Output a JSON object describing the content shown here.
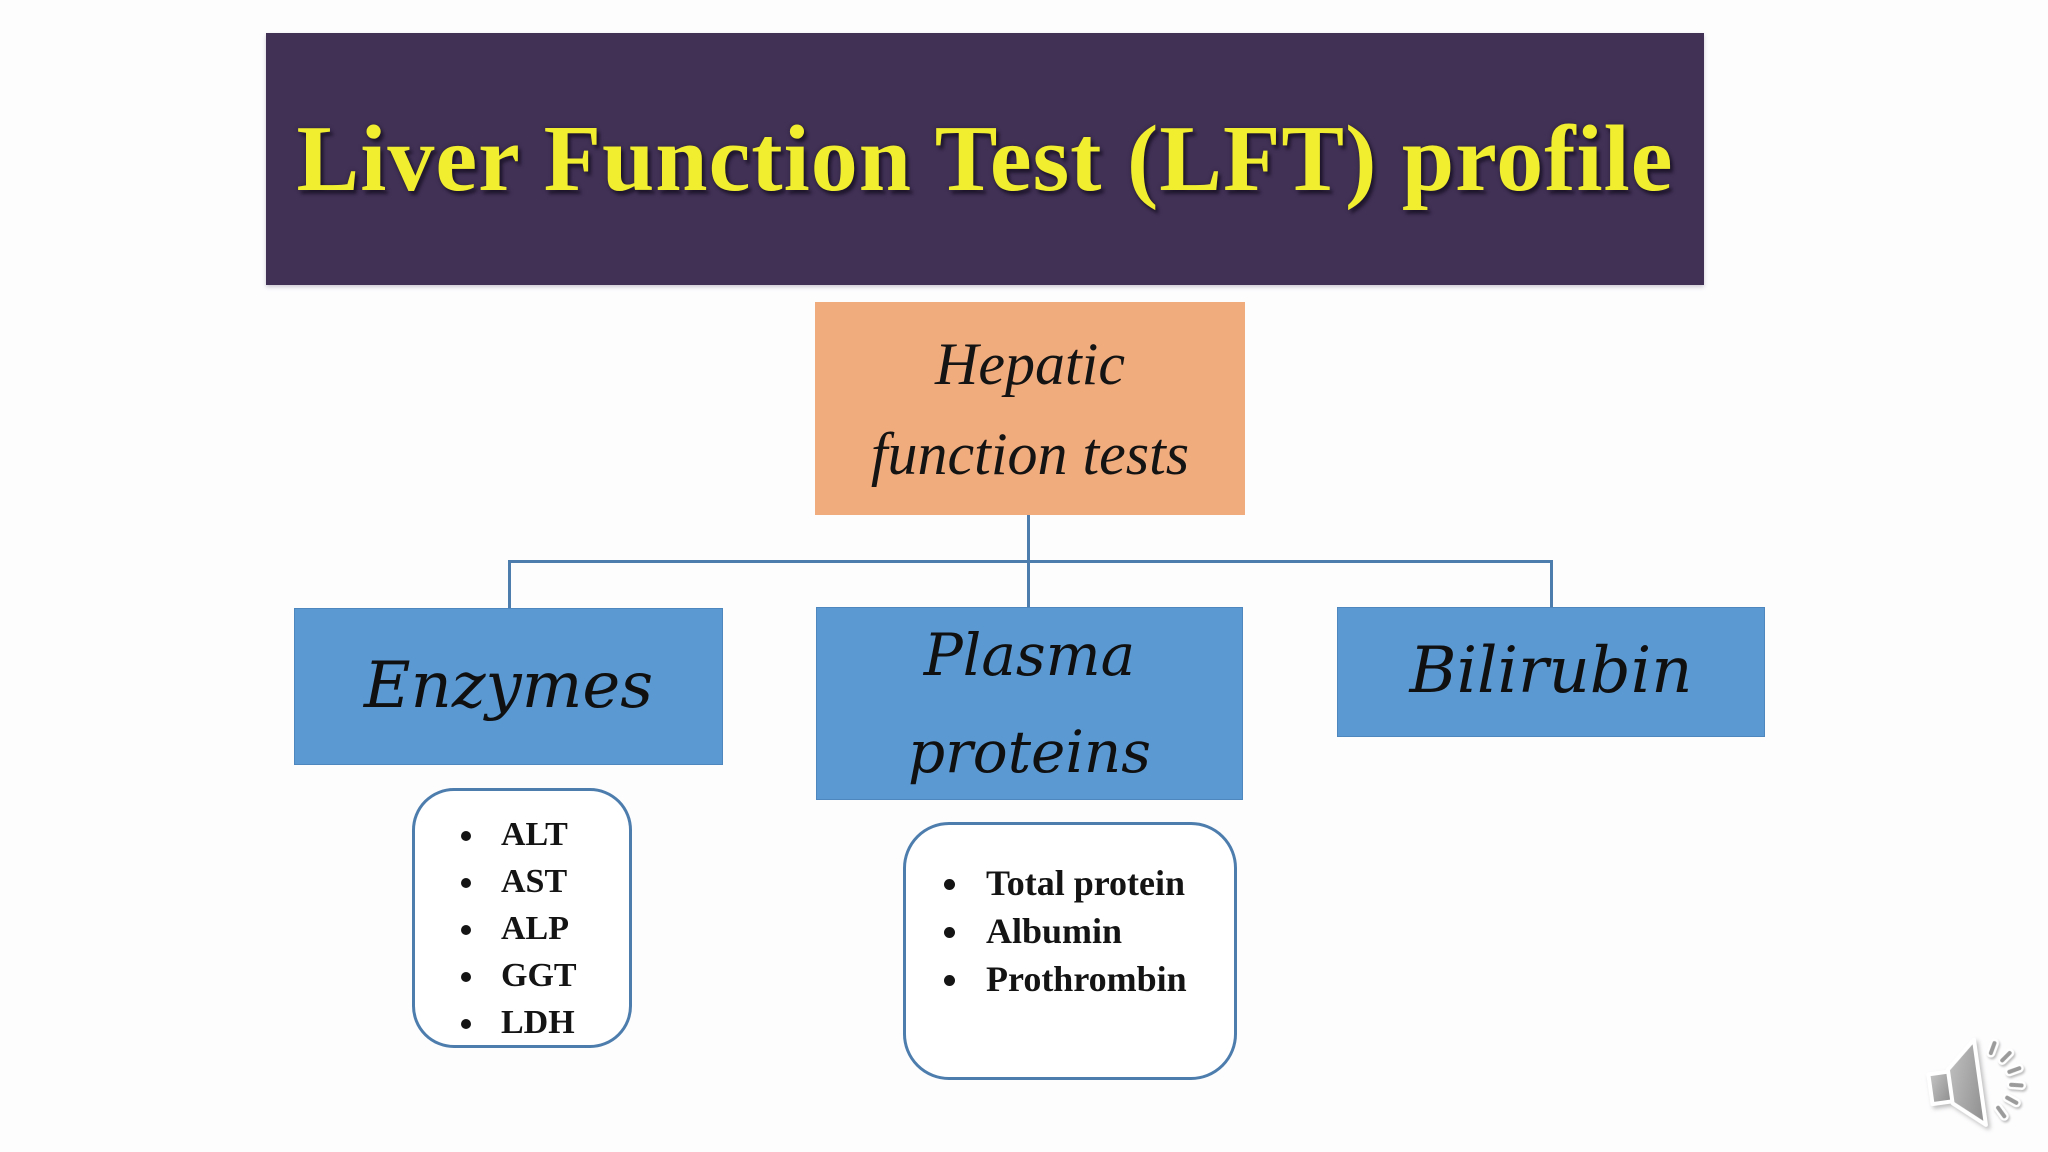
{
  "slide": {
    "title": "Liver Function Test (LFT) profile",
    "diagram": {
      "root": {
        "label": "Hepatic function tests",
        "lines": [
          "Hepatic",
          "function tests"
        ]
      },
      "branches": [
        {
          "id": "enzymes",
          "label": "Enzymes",
          "lines": [
            "Enzymes"
          ],
          "items": [
            "ALT",
            "AST",
            "ALP",
            "GGT",
            "LDH"
          ]
        },
        {
          "id": "plasma-proteins",
          "label": "Plasma proteins",
          "lines": [
            "Plasma",
            "proteins"
          ],
          "items": [
            "Total protein",
            "Albumin",
            "Prothrombin"
          ]
        },
        {
          "id": "bilirubin",
          "label": "Bilirubin",
          "lines": [
            "Bilirubin"
          ],
          "items": []
        }
      ]
    },
    "icons": {
      "audio": "audio-speaker-icon"
    },
    "colors": {
      "banner_bg": "#413155",
      "title_text": "#f0ee2e",
      "root_bg": "#f1ac7e",
      "branch_bg": "#5b99d3",
      "connector": "#4d7dad",
      "list_border": "#4d7dad",
      "body_text": "#141414",
      "background": "#fdfdfe"
    }
  }
}
